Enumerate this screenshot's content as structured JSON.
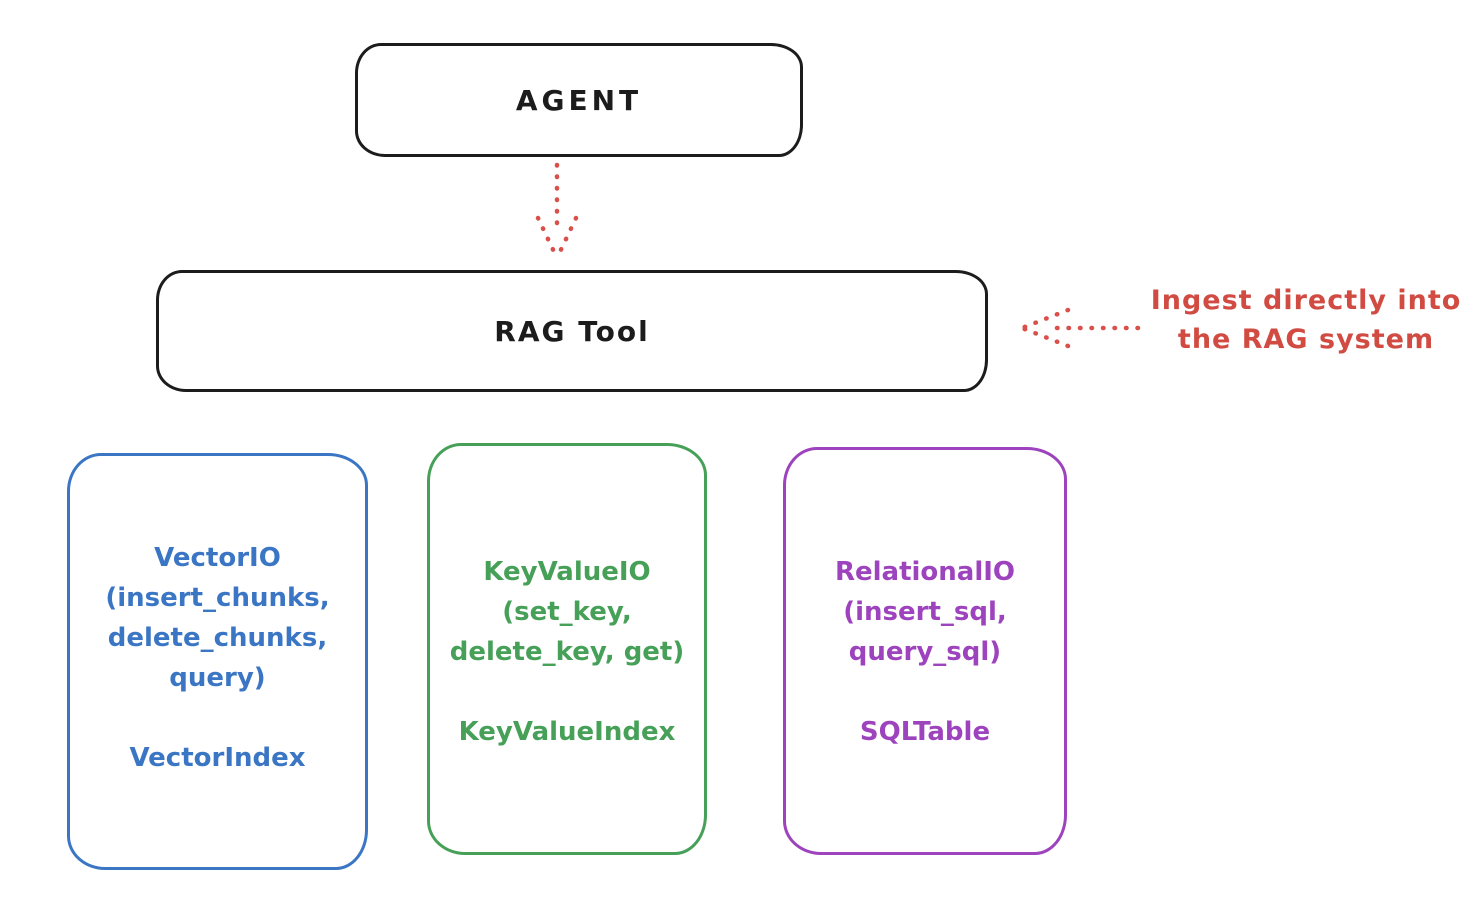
{
  "diagram": {
    "agent_box": {
      "label": "AGENT"
    },
    "rag_tool_box": {
      "label": "RAG Tool"
    },
    "annotation": {
      "line1": "Ingest directly into",
      "line2": "the RAG system"
    },
    "io_boxes": [
      {
        "name": "vector-io",
        "accent": "#3b76c5",
        "lines": [
          "VectorIO",
          "(insert_chunks,",
          "delete_chunks,",
          "query)"
        ],
        "index_label": "VectorIndex"
      },
      {
        "name": "keyvalue-io",
        "accent": "#46a058",
        "lines": [
          "KeyValueIO",
          "(set_key,",
          "delete_key, get)"
        ],
        "index_label": "KeyValueIndex"
      },
      {
        "name": "relational-io",
        "accent": "#9d43bd",
        "lines": [
          "RelationalIO",
          "(insert_sql,",
          "query_sql)"
        ],
        "index_label": "SQLTable"
      }
    ],
    "colors": {
      "stroke": "#1c1c1c",
      "red": "#d14b42",
      "blue": "#3b76c5",
      "green": "#46a058",
      "purple": "#9d43bd"
    }
  }
}
